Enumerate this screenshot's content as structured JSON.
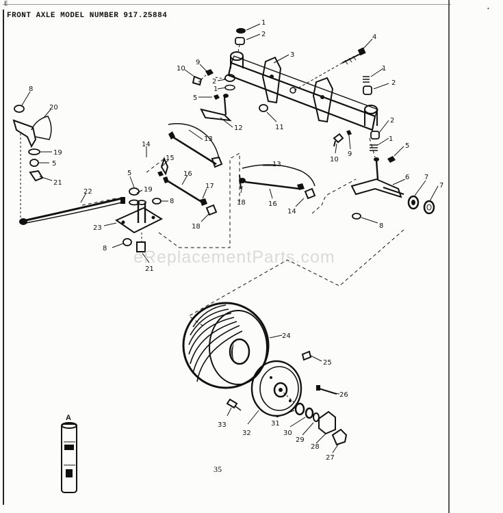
{
  "header": {
    "title": "FRONT AXLE  MODEL NUMBER 917.25884"
  },
  "page_number": "35",
  "watermark": "eReplacementParts.com",
  "sleeve_label": "A",
  "corner_mark": "E",
  "callouts": [
    {
      "id": "c1a",
      "text": "1"
    },
    {
      "id": "c2a",
      "text": "2"
    },
    {
      "id": "c3",
      "text": "3"
    },
    {
      "id": "c4",
      "text": "4"
    },
    {
      "id": "c1b",
      "text": "1"
    },
    {
      "id": "c2b",
      "text": "2"
    },
    {
      "id": "c9a",
      "text": "9"
    },
    {
      "id": "c10a",
      "text": "10"
    },
    {
      "id": "c2c",
      "text": "2"
    },
    {
      "id": "c1c",
      "text": "1"
    },
    {
      "id": "c5a",
      "text": "5"
    },
    {
      "id": "c11",
      "text": "11"
    },
    {
      "id": "c12",
      "text": "12"
    },
    {
      "id": "c2d",
      "text": "2"
    },
    {
      "id": "c1d",
      "text": "1"
    },
    {
      "id": "c5b",
      "text": "5"
    },
    {
      "id": "c9b",
      "text": "9"
    },
    {
      "id": "c10b",
      "text": "10"
    },
    {
      "id": "c8a",
      "text": "8"
    },
    {
      "id": "c20",
      "text": "20"
    },
    {
      "id": "c19a",
      "text": "19"
    },
    {
      "id": "c5c",
      "text": "5"
    },
    {
      "id": "c21a",
      "text": "21"
    },
    {
      "id": "c13a",
      "text": "13"
    },
    {
      "id": "c14a",
      "text": "14"
    },
    {
      "id": "c15",
      "text": "15"
    },
    {
      "id": "c13b",
      "text": "13"
    },
    {
      "id": "c6",
      "text": "6"
    },
    {
      "id": "c7a",
      "text": "7"
    },
    {
      "id": "c7b",
      "text": "7"
    },
    {
      "id": "c5d",
      "text": "5"
    },
    {
      "id": "c19b",
      "text": "19"
    },
    {
      "id": "c16a",
      "text": "16"
    },
    {
      "id": "c17",
      "text": "17"
    },
    {
      "id": "c8b",
      "text": "8"
    },
    {
      "id": "c18a",
      "text": "18"
    },
    {
      "id": "c18b",
      "text": "18"
    },
    {
      "id": "c16b",
      "text": "16"
    },
    {
      "id": "c14b",
      "text": "14"
    },
    {
      "id": "c8c",
      "text": "8"
    },
    {
      "id": "c22",
      "text": "22"
    },
    {
      "id": "c23",
      "text": "23"
    },
    {
      "id": "c8d",
      "text": "8"
    },
    {
      "id": "c21b",
      "text": "21"
    },
    {
      "id": "c24",
      "text": "24"
    },
    {
      "id": "c25",
      "text": "25"
    },
    {
      "id": "c26",
      "text": "26"
    },
    {
      "id": "c33",
      "text": "33"
    },
    {
      "id": "c32",
      "text": "32"
    },
    {
      "id": "c31",
      "text": "31"
    },
    {
      "id": "c30",
      "text": "30"
    },
    {
      "id": "c29",
      "text": "29"
    },
    {
      "id": "c28",
      "text": "28"
    },
    {
      "id": "c27",
      "text": "27"
    }
  ]
}
